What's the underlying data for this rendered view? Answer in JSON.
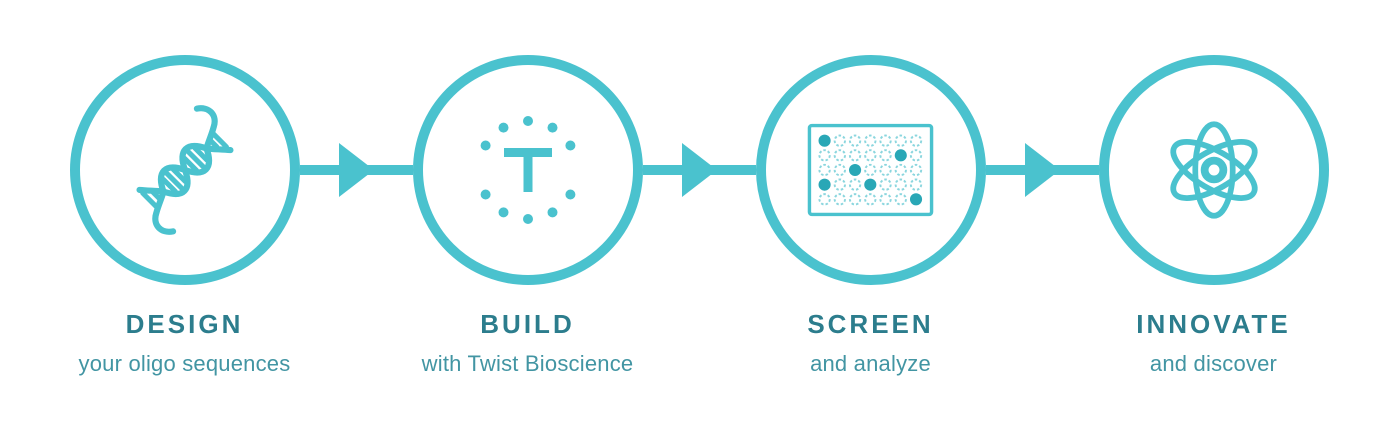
{
  "colors": {
    "primary": "#4AC2CE",
    "well_filled": "#29A7B6",
    "well_empty": "#8BD6DE",
    "title_text": "#2C7D8D",
    "subtitle_text": "#4295A3",
    "background": "#FFFFFF"
  },
  "steps": [
    {
      "title": "DESIGN",
      "subtitle": "your oligo sequences",
      "icon": "dna-helix-icon"
    },
    {
      "title": "BUILD",
      "subtitle": "with Twist Bioscience",
      "icon": "twist-logo-icon"
    },
    {
      "title": "SCREEN",
      "subtitle": "and analyze",
      "icon": "microplate-icon"
    },
    {
      "title": "INNOVATE",
      "subtitle": "and discover",
      "icon": "atom-icon"
    }
  ],
  "connectors": {
    "count": 3,
    "style": "right-arrow"
  },
  "icons": {
    "twist_logo": {
      "letter": "T",
      "dot_angles_deg": [
        30,
        60,
        90,
        120,
        150,
        210,
        240,
        270,
        300,
        330
      ],
      "dot_ring_radius": 49,
      "dot_radius": 5
    },
    "microplate": {
      "rows": 5,
      "cols": 7,
      "filled_wells": [
        [
          0,
          0
        ],
        [
          1,
          5
        ],
        [
          2,
          2
        ],
        [
          3,
          0
        ],
        [
          3,
          3
        ],
        [
          4,
          6
        ]
      ]
    }
  }
}
